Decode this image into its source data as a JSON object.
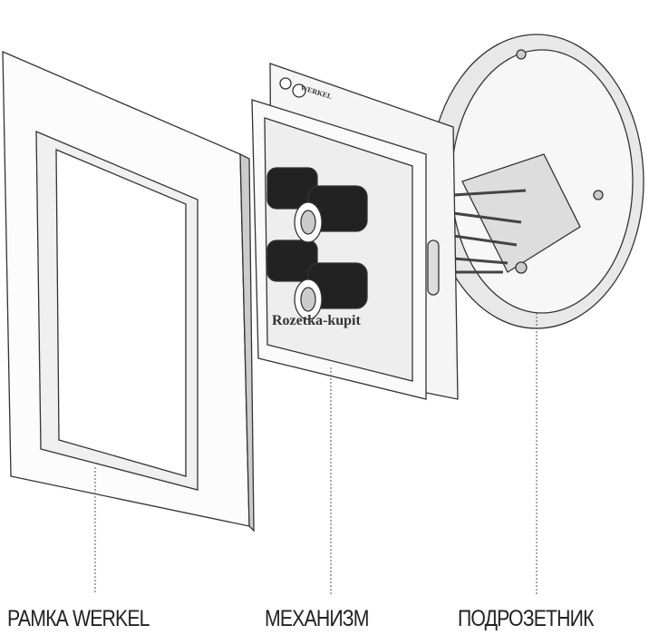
{
  "labels": {
    "frame": "РАМКА WERKEL",
    "mechanism": "МЕХАНИЗМ",
    "box": "ПОДРОЗЕТНИК"
  },
  "mechanism_logo": "WERKEL",
  "watermark": "Rozetka-kupit"
}
